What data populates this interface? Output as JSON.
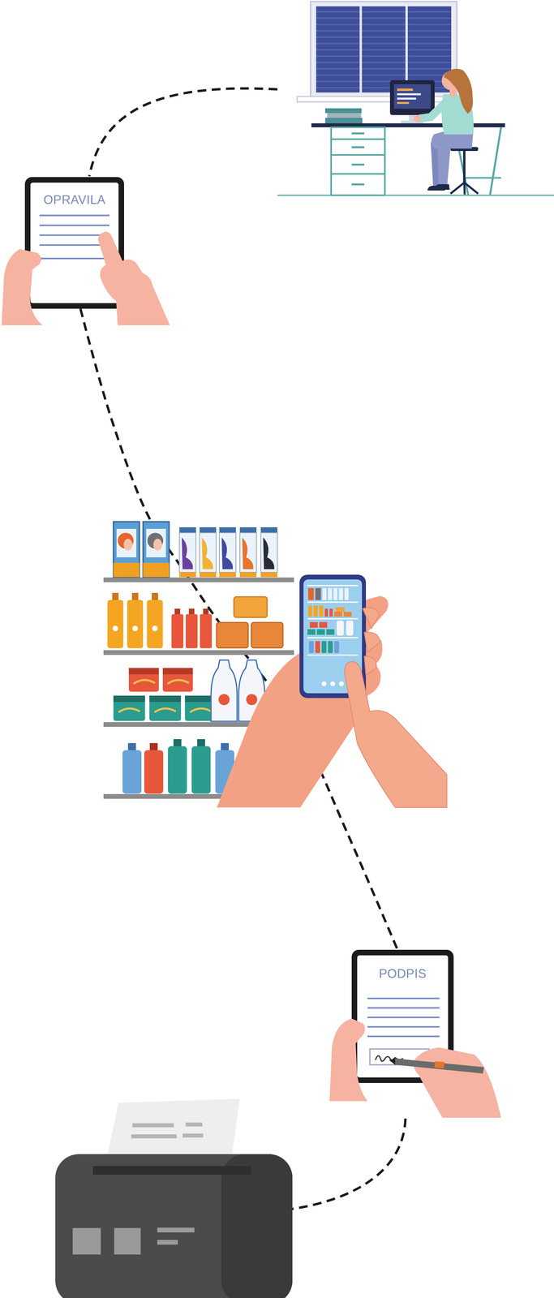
{
  "diagram": {
    "nodes": [
      {
        "text": [
          "OPRAVILA"
        ]
      },
      {
        "text": [
          "PODPIS"
        ]
      }
    ],
    "edges": [
      {
        "from": 0,
        "to": 1,
        "arrow": "none"
      }
    ]
  }
}
